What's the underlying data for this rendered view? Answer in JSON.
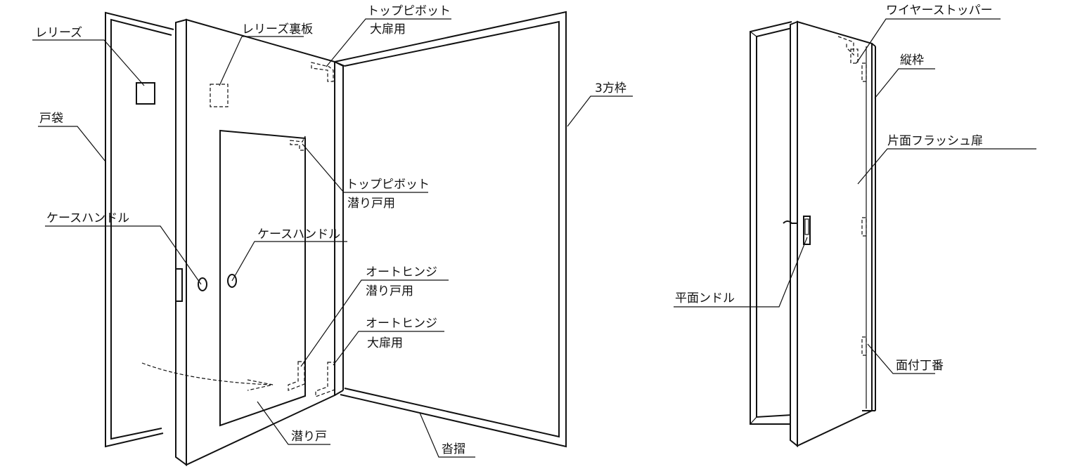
{
  "left_figure": {
    "labels": {
      "release": "レリーズ",
      "release_backplate": "レリーズ裏板",
      "top_pivot_main_line1": "トップピボット",
      "top_pivot_main_line2": "大扉用",
      "three_side_frame": "3方枠",
      "door_pocket": "戸袋",
      "top_pivot_wicket_line1": "トップピボット",
      "top_pivot_wicket_line2": "潜り戸用",
      "case_handle_outer": "ケースハンドル",
      "case_handle_inner": "ケースハンドル",
      "auto_hinge_wicket_line1": "オートヒンジ",
      "auto_hinge_wicket_line2": "潜り戸用",
      "auto_hinge_main_line1": "オートヒンジ",
      "auto_hinge_main_line2": "大扉用",
      "wicket_door": "潜り戸",
      "threshold": "沓摺"
    }
  },
  "right_figure": {
    "labels": {
      "wire_stopper": "ワイヤーストッパー",
      "vertical_frame": "縦枠",
      "flush_door": "片面フラッシュ扉",
      "flat_handle": "平面ンドル",
      "surface_hinge": "面付丁番"
    }
  }
}
